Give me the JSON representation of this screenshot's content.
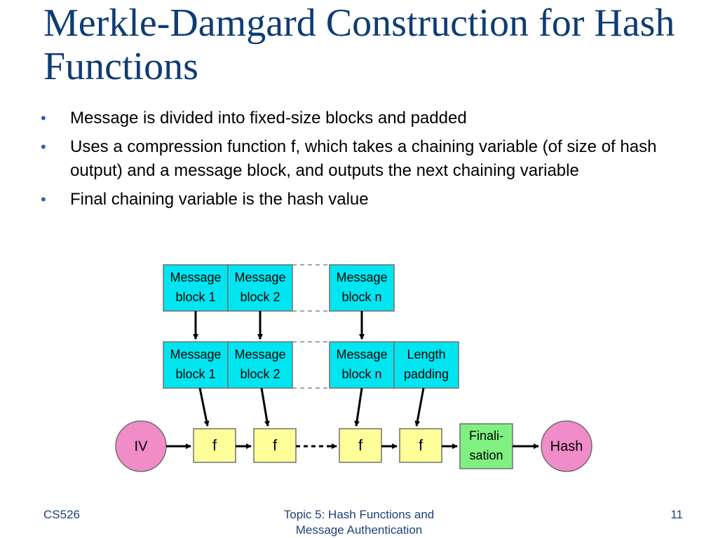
{
  "slide": {
    "title": "Merkle-Damgard Construction for Hash Functions",
    "bullets": [
      "Message is divided into fixed-size blocks and padded",
      "Uses a compression function f, which takes a chaining variable (of size of hash output) and a message block, and outputs the next chaining variable",
      "Final chaining variable is the hash value"
    ],
    "bullet_marker": "•"
  },
  "diagram": {
    "top_row": [
      {
        "line1": "Message",
        "line2": "block 1"
      },
      {
        "line1": "Message",
        "line2": "block 2"
      },
      {
        "line1": "Message",
        "line2": "block n"
      }
    ],
    "mid_row": [
      {
        "line1": "Message",
        "line2": "block 1"
      },
      {
        "line1": "Message",
        "line2": "block 2"
      },
      {
        "line1": "Message",
        "line2": "block n"
      },
      {
        "line1": "Length",
        "line2": "padding"
      }
    ],
    "iv_label": "IV",
    "f_label": "f",
    "final_line1": "Finali-",
    "final_line2": "sation",
    "hash_label": "Hash",
    "colors": {
      "block_fill": "#00e5f0",
      "f_fill": "#ffff99",
      "final_fill": "#80f080",
      "circle_fill": "#f08cc8",
      "outline": "#707070"
    }
  },
  "footer": {
    "left": "CS526",
    "center_line1": "Topic 5: Hash Functions and",
    "center_line2": "Message Authentication",
    "page_number": "11"
  }
}
